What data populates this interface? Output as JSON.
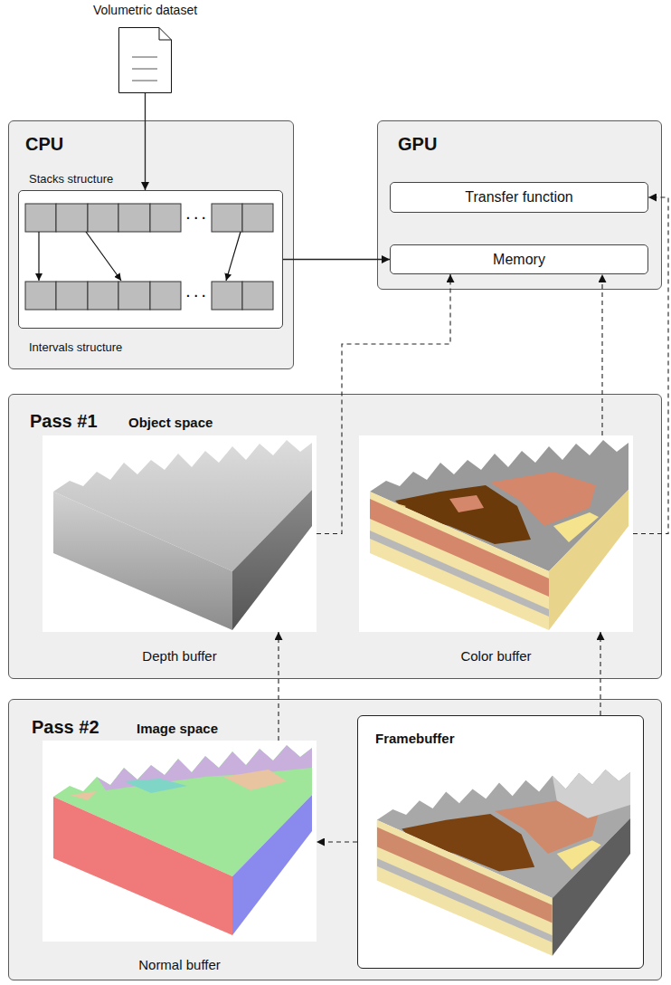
{
  "diagram": {
    "nodes": [
      {
        "text": [
          "Volumetric dataset"
        ]
      },
      {
        "text": [
          "CPU"
        ]
      },
      {
        "text": [
          "Stacks structure",
          "Intervals structure"
        ],
        "in": 1
      },
      {
        "text": [
          "GPU"
        ]
      },
      {
        "text": [
          "Transfer function"
        ],
        "in": 3
      },
      {
        "text": [
          "Memory"
        ],
        "in": 3
      },
      {
        "text": [
          "Pass #1",
          "Object space"
        ]
      },
      {
        "text": [
          "Depth buffer"
        ],
        "in": 6
      },
      {
        "text": [
          "Color buffer"
        ],
        "in": 6
      },
      {
        "text": [
          "Pass #2",
          "Image space"
        ]
      },
      {
        "text": [
          "Normal buffer"
        ],
        "in": 9
      },
      {
        "text": [
          "Framebuffer"
        ],
        "in": 9
      }
    ],
    "edges": [
      {
        "from": 0,
        "to": 2,
        "arrow": "to"
      },
      {
        "from": 2,
        "to": 5,
        "arrow": "to"
      },
      {
        "from": 7,
        "to": 5,
        "arrow": "to"
      },
      {
        "from": 8,
        "to": 5,
        "arrow": "to"
      },
      {
        "from": 8,
        "to": 4,
        "arrow": "to"
      },
      {
        "from": 10,
        "to": 7,
        "arrow": "to"
      },
      {
        "from": 11,
        "to": 8,
        "arrow": "to"
      },
      {
        "from": 11,
        "to": 10,
        "arrow": "to"
      }
    ],
    "labels": [
      "· · ·",
      "· · ·"
    ]
  }
}
